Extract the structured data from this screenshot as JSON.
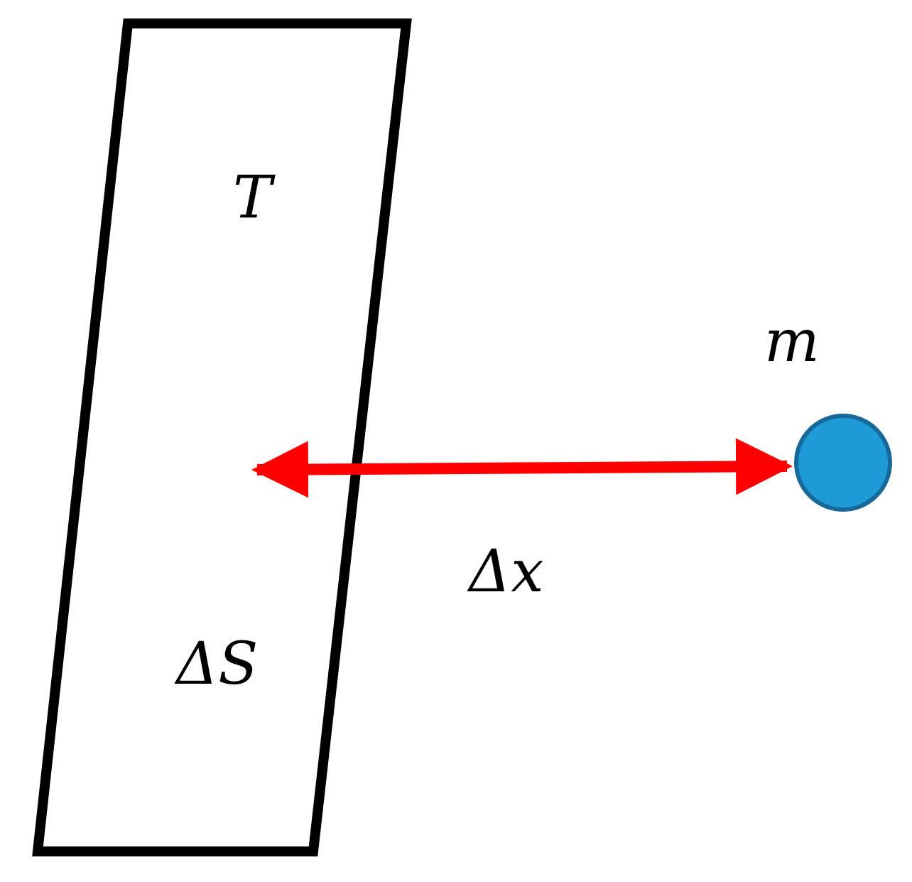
{
  "labels": {
    "temperature": "T",
    "area": "ΔS",
    "mass": "m",
    "distance": "Δx"
  },
  "colors": {
    "plate_stroke": "#000000",
    "plate_fill": "#ffffff",
    "arrow": "#ff0000",
    "particle_fill": "#1e9bd7",
    "particle_stroke": "#17699a"
  }
}
